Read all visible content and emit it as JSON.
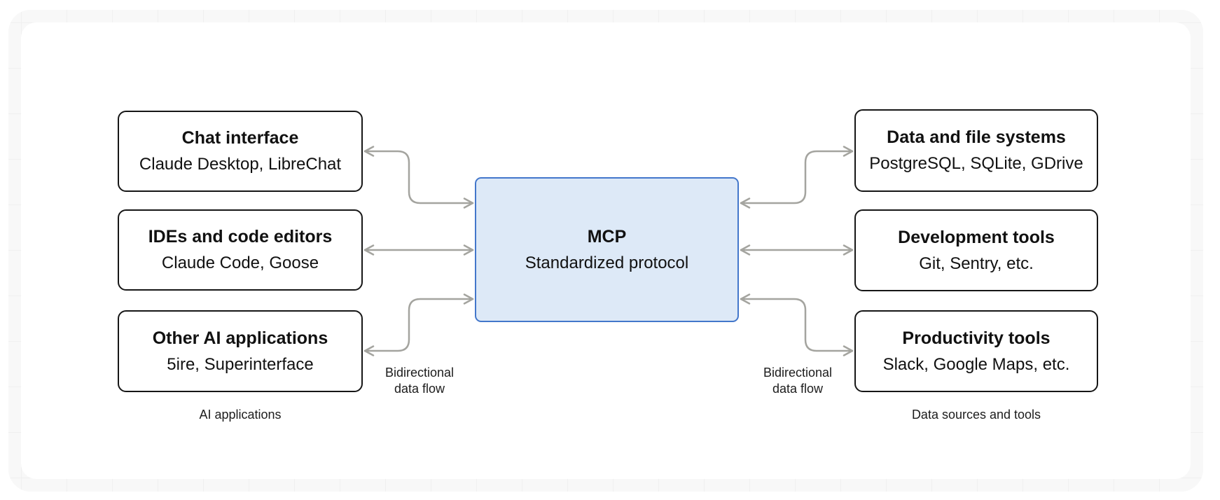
{
  "diagram": {
    "center": {
      "title": "MCP",
      "subtitle": "Standardized protocol"
    },
    "left_group": {
      "caption": "AI applications",
      "flow_label": "Bidirectional\ndata flow",
      "boxes": [
        {
          "title": "Chat interface",
          "subtitle": "Claude Desktop, LibreChat"
        },
        {
          "title": "IDEs and code editors",
          "subtitle": "Claude Code, Goose"
        },
        {
          "title": "Other AI applications",
          "subtitle": "5ire, Superinterface"
        }
      ]
    },
    "right_group": {
      "caption": "Data sources and tools",
      "flow_label": "Bidirectional\ndata flow",
      "boxes": [
        {
          "title": "Data and file systems",
          "subtitle": "PostgreSQL, SQLite, GDrive"
        },
        {
          "title": "Development tools",
          "subtitle": "Git, Sentry, etc."
        },
        {
          "title": "Productivity tools",
          "subtitle": "Slack, Google Maps, etc."
        }
      ]
    },
    "colors": {
      "node_border": "#161616",
      "mcp_fill": "#dde9f7",
      "mcp_border": "#4377cb",
      "arrow": "#a4a49f",
      "canvas_frame": "#f8f8f8"
    }
  }
}
